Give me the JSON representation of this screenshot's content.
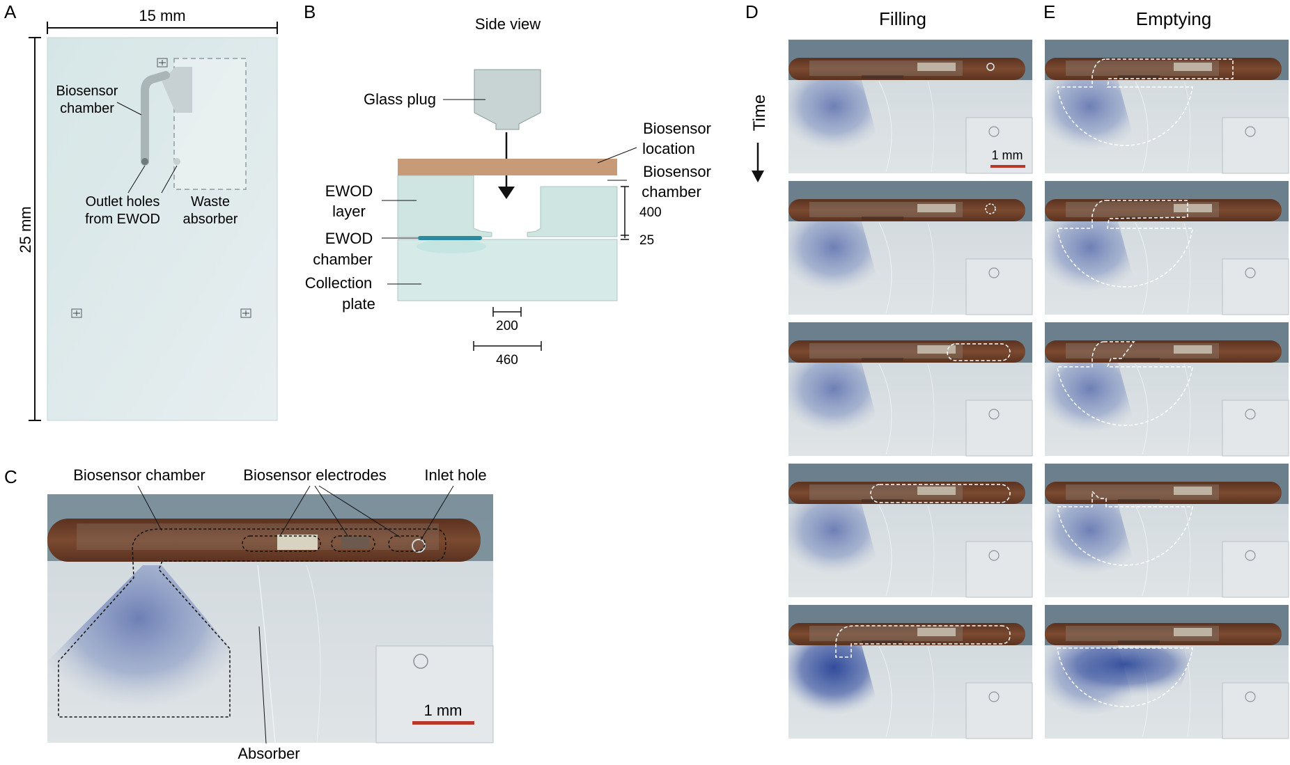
{
  "panels": {
    "a": {
      "letter": "A",
      "width_label": "15 mm",
      "height_label": "25 mm",
      "biosensor_chamber_line1": "Biosensor",
      "biosensor_chamber_line2": "chamber",
      "outlet_line1": "Outlet holes",
      "outlet_line2": "from EWOD",
      "waste_line1": "Waste",
      "waste_line2": "absorber"
    },
    "b": {
      "letter": "B",
      "title": "Side view",
      "glass_plug": "Glass plug",
      "biosensor_location_line1": "Biosensor",
      "biosensor_location_line2": "location",
      "biosensor_chamber_line1": "Biosensor",
      "biosensor_chamber_line2": "chamber",
      "ewod_layer_line1": "EWOD",
      "ewod_layer_line2": "layer",
      "ewod_chamber_line1": "EWOD",
      "ewod_chamber_line2": "chamber",
      "collection_line1": "Collection",
      "collection_line2": "plate",
      "dim_400": "400",
      "dim_25": "25",
      "dim_200": "200",
      "dim_460": "460"
    },
    "c": {
      "letter": "C",
      "biosensor_chamber": "Biosensor chamber",
      "biosensor_electrodes": "Biosensor electrodes",
      "inlet_hole": "Inlet hole",
      "scale": "1 mm",
      "absorber": "Absorber"
    },
    "d": {
      "letter": "D",
      "title": "Filling",
      "scale": "1 mm",
      "time_label": "Time"
    },
    "e": {
      "letter": "E",
      "title": "Emptying"
    }
  },
  "colors": {
    "chip_bg": "#dde9e9",
    "channel_brown": "#6e4129",
    "absorber_blue": "#5a6fae",
    "glass_plug": "#c8d4d4",
    "substrate_tan": "#c79a78",
    "ewod_layer": "#cfe5e2",
    "scale_bar": "#b7382a"
  }
}
